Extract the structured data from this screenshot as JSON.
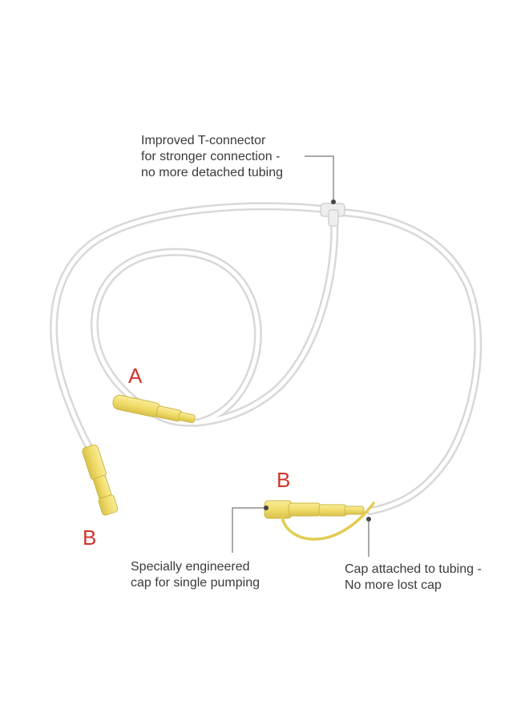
{
  "callouts": {
    "t_connector": [
      "Improved T-connector",
      "for stronger connection -",
      "no more detached tubing"
    ],
    "single_cap": [
      "Specially engineered",
      "cap for single pumping"
    ],
    "attached_cap": [
      "Cap attached to tubing -",
      "No more lost cap"
    ]
  },
  "markers": {
    "a": "A",
    "b_left": "B",
    "b_right": "B"
  },
  "colors": {
    "tube_stroke": "#dcdcdc",
    "connector_fill": "#f4e27a",
    "connector_shade": "#d9c44a",
    "label_red": "#d0342c",
    "text": "#3a3a3a",
    "leader": "#555555"
  }
}
